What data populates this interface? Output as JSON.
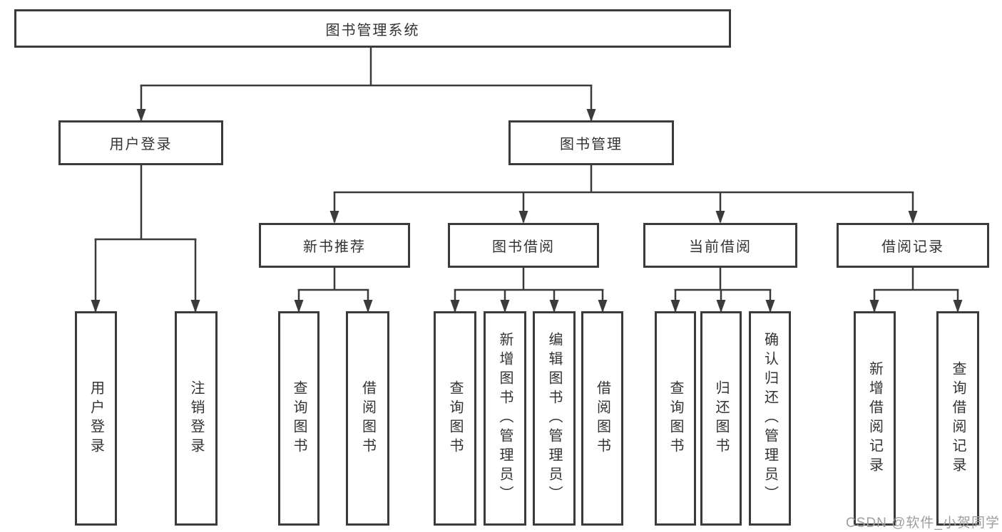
{
  "tree": {
    "root": "图书管理系统",
    "login": {
      "label": "用户登录",
      "leaves": [
        "用户登录",
        "注销登录"
      ]
    },
    "manage": {
      "label": "图书管理",
      "groups": [
        {
          "label": "新书推荐",
          "leaves": [
            "查询图书",
            "借阅图书"
          ]
        },
        {
          "label": "图书借阅",
          "leaves": [
            "查询图书",
            "新增图书（管理员）",
            "编辑图书（管理员）",
            "借阅图书"
          ]
        },
        {
          "label": "当前借阅",
          "leaves": [
            "查询图书",
            "归还图书",
            "确认归还（管理员）"
          ]
        },
        {
          "label": "借阅记录",
          "leaves": [
            "新增借阅记录",
            "查询借阅记录"
          ]
        }
      ]
    }
  },
  "watermark": "CSDN @软件_小贺同学",
  "colors": {
    "line": "#3b3b3b",
    "box_border": "#3b3b3b",
    "text": "#333333",
    "watermark": "#9e9e9e",
    "background": "#ffffff"
  }
}
